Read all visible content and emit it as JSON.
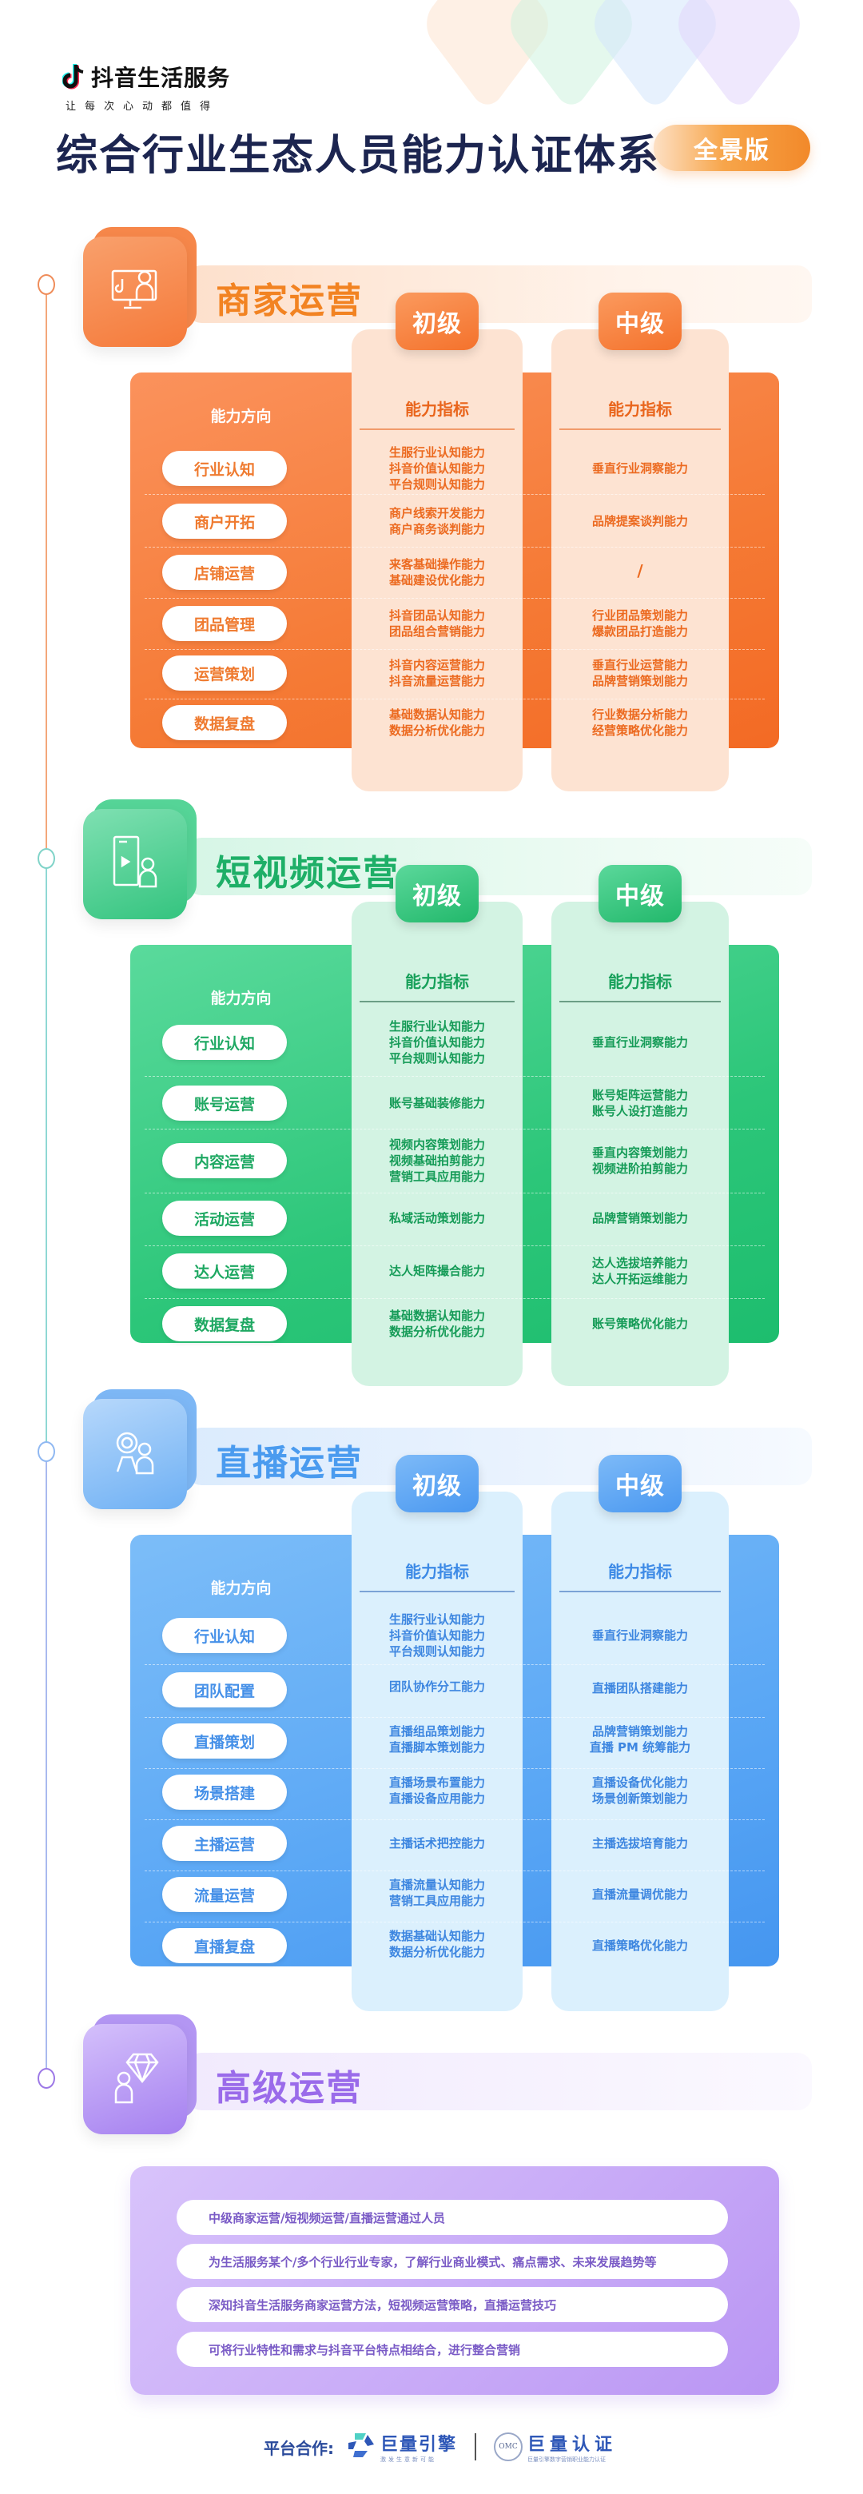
{
  "brand": {
    "name": "抖音生活服务",
    "slogan": "让每次心动都值得"
  },
  "title": "综合行业生态人员能力认证体系",
  "badge": "全景版",
  "colors": {
    "merchant": "#f7762e",
    "short_video": "#22c47a",
    "live": "#4ea3f5",
    "advanced": "#a57ef0",
    "title": "#1c2550"
  },
  "common": {
    "direction_header": "能力方向",
    "indicator_header": "能力指标",
    "level_junior": "初级",
    "level_mid": "中级"
  },
  "sections": {
    "merchant": {
      "title": "商家运营",
      "icon": "monitor-user-icon",
      "rows": [
        {
          "direction": "行业认知",
          "junior": [
            "生服行业认知能力",
            "抖音价值认知能力",
            "平台规则认知能力"
          ],
          "mid": [
            "垂直行业洞察能力"
          ]
        },
        {
          "direction": "商户开拓",
          "junior": [
            "商户线索开发能力",
            "商户商务谈判能力"
          ],
          "mid": [
            "品牌提案谈判能力"
          ]
        },
        {
          "direction": "店铺运营",
          "junior": [
            "来客基础操作能力",
            "基础建设优化能力"
          ],
          "mid": [
            "/"
          ]
        },
        {
          "direction": "团品管理",
          "junior": [
            "抖音团品认知能力",
            "团品组合营销能力"
          ],
          "mid": [
            "行业团品策划能力",
            "爆款团品打造能力"
          ]
        },
        {
          "direction": "运营策划",
          "junior": [
            "抖音内容运营能力",
            "抖音流量运营能力"
          ],
          "mid": [
            "垂直行业运营能力",
            "品牌营销策划能力"
          ]
        },
        {
          "direction": "数据复盘",
          "junior": [
            "基础数据认知能力",
            "数据分析优化能力"
          ],
          "mid": [
            "行业数据分析能力",
            "经营策略优化能力"
          ]
        }
      ]
    },
    "short_video": {
      "title": "短视频运营",
      "icon": "phone-play-user-icon",
      "rows": [
        {
          "direction": "行业认知",
          "junior": [
            "生服行业认知能力",
            "抖音价值认知能力",
            "平台规则认知能力"
          ],
          "mid": [
            "垂直行业洞察能力"
          ]
        },
        {
          "direction": "账号运营",
          "junior": [
            "账号基础装修能力"
          ],
          "mid": [
            "账号矩阵运营能力",
            "账号人设打造能力"
          ]
        },
        {
          "direction": "内容运营",
          "junior": [
            "视频内容策划能力",
            "视频基础拍剪能力",
            "营销工具应用能力"
          ],
          "mid": [
            "垂直内容策划能力",
            "视频进阶拍剪能力"
          ]
        },
        {
          "direction": "活动运营",
          "junior": [
            "私域活动策划能力"
          ],
          "mid": [
            "品牌营销策划能力"
          ]
        },
        {
          "direction": "达人运营",
          "junior": [
            "达人矩阵撮合能力"
          ],
          "mid": [
            "达人选拔培养能力",
            "达人开拓运维能力"
          ]
        },
        {
          "direction": "数据复盘",
          "junior": [
            "基础数据认知能力",
            "数据分析优化能力"
          ],
          "mid": [
            "账号策略优化能力"
          ]
        }
      ]
    },
    "live": {
      "title": "直播运营",
      "icon": "streamer-user-icon",
      "rows": [
        {
          "direction": "行业认知",
          "junior": [
            "生服行业认知能力",
            "抖音价值认知能力",
            "平台规则认知能力"
          ],
          "mid": [
            "垂直行业洞察能力"
          ]
        },
        {
          "direction": "团队配置",
          "junior": [
            "团队协作分工能力"
          ],
          "mid": [
            "直播团队搭建能力"
          ]
        },
        {
          "direction": "直播策划",
          "junior": [
            "直播组品策划能力",
            "直播脚本策划能力"
          ],
          "mid": [
            "品牌营销策划能力",
            "直播 PM 统筹能力"
          ]
        },
        {
          "direction": "场景搭建",
          "junior": [
            "直播场景布置能力",
            "直播设备应用能力"
          ],
          "mid": [
            "直播设备优化能力",
            "场景创新策划能力"
          ]
        },
        {
          "direction": "主播运营",
          "junior": [
            "主播话术把控能力"
          ],
          "mid": [
            "主播选拔培育能力"
          ]
        },
        {
          "direction": "流量运营",
          "junior": [
            "直播流量认知能力",
            "营销工具应用能力"
          ],
          "mid": [
            "直播流量调优能力"
          ]
        },
        {
          "direction": "直播复盘",
          "junior": [
            "数据基础认知能力",
            "数据分析优化能力"
          ],
          "mid": [
            "直播策略优化能力"
          ]
        }
      ]
    },
    "advanced": {
      "title": "高级运营",
      "icon": "diamond-user-icon",
      "items": [
        "中级商家运营/短视频运营/直播运营通过人员",
        "为生活服务某个/多个行业行业专家，了解行业商业模式、痛点需求、未来发展趋势等",
        "深知抖音生活服务商家运营方法，短视频运营策略，直播运营技巧",
        "可将行业特性和需求与抖音平台特点相结合，进行整合营销"
      ]
    }
  },
  "footer": {
    "label": "平台合作:",
    "partner1": {
      "name": "巨量引擎",
      "sub": "激发生意新可能"
    },
    "partner2": {
      "name": "巨量认证",
      "badge": "OMC",
      "sub": "巨量引擎数字营销职业能力认证"
    }
  }
}
